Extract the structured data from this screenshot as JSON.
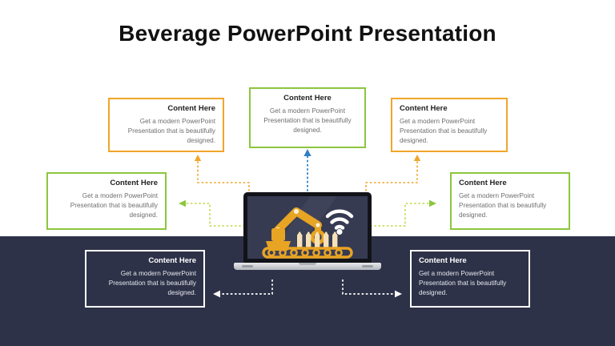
{
  "slide": {
    "title": "Beverage PowerPoint Presentation",
    "background_color": "#ffffff",
    "band_color": "#2e3248"
  },
  "palette": {
    "orange": "#f0a62a",
    "green": "#8cc63e",
    "blue": "#2f7fc4",
    "white": "#ffffff",
    "navy": "#2e3248",
    "title_text": "#111111",
    "body_text": "#6e6e6e"
  },
  "boxes": [
    {
      "id": "top-left",
      "title": "Content  Here",
      "body": "Get a modern PowerPoint Presentation that is beautifully designed.",
      "border_color": "#f0a62a",
      "align": "right"
    },
    {
      "id": "top-center",
      "title": "Content  Here",
      "body": "Get a modern PowerPoint Presentation that is beautifully designed.",
      "border_color": "#8cc63e",
      "align": "center"
    },
    {
      "id": "top-right",
      "title": "Content  Here",
      "body": "Get a modern PowerPoint Presentation that is beautifully designed.",
      "border_color": "#f0a62a",
      "align": "left"
    },
    {
      "id": "mid-left",
      "title": "Content  Here",
      "body": "Get a modern PowerPoint Presentation that is beautifully designed.",
      "border_color": "#8cc63e",
      "align": "right"
    },
    {
      "id": "mid-right",
      "title": "Content  Here",
      "body": "Get a modern PowerPoint Presentation that is beautifully designed.",
      "border_color": "#8cc63e",
      "align": "left"
    },
    {
      "id": "bottom-left",
      "title": "Content  Here",
      "body": "Get a modern PowerPoint Presentation that is beautifully designed.",
      "border_color": "#ffffff",
      "align": "right"
    },
    {
      "id": "bottom-right",
      "title": "Content  Here",
      "body": "Get a modern PowerPoint Presentation that is beautifully designed.",
      "border_color": "#ffffff",
      "align": "left"
    }
  ],
  "illustration": {
    "name": "industrial-robot-arm-conveyor-on-laptop",
    "device": "laptop",
    "screen_color": "#363b52",
    "machine_color": "#e8a423",
    "machine_color_dark": "#d08d12",
    "bottle_color": "#f7e2b8",
    "bottle_count": 5,
    "conveyor_wheel_count": 7,
    "wifi_icon": "wifi-icon",
    "wifi_color": "#ffffff"
  },
  "connectors": [
    {
      "id": "to-top-left",
      "color": "#f0a62a",
      "style": "dashed",
      "arrow": "up"
    },
    {
      "id": "to-top-center",
      "color": "#2f7fc4",
      "style": "dashed",
      "arrow": "up"
    },
    {
      "id": "to-top-right",
      "color": "#f0a62a",
      "style": "dashed",
      "arrow": "up"
    },
    {
      "id": "to-mid-left",
      "color": "#8cc63e",
      "style": "dashed",
      "arrow": "left"
    },
    {
      "id": "to-mid-right",
      "color": "#8cc63e",
      "style": "dashed",
      "arrow": "right"
    },
    {
      "id": "to-bottom-left",
      "color": "#ffffff",
      "style": "dashed",
      "arrow": "left"
    },
    {
      "id": "to-bottom-right",
      "color": "#ffffff",
      "style": "dashed",
      "arrow": "right"
    }
  ]
}
